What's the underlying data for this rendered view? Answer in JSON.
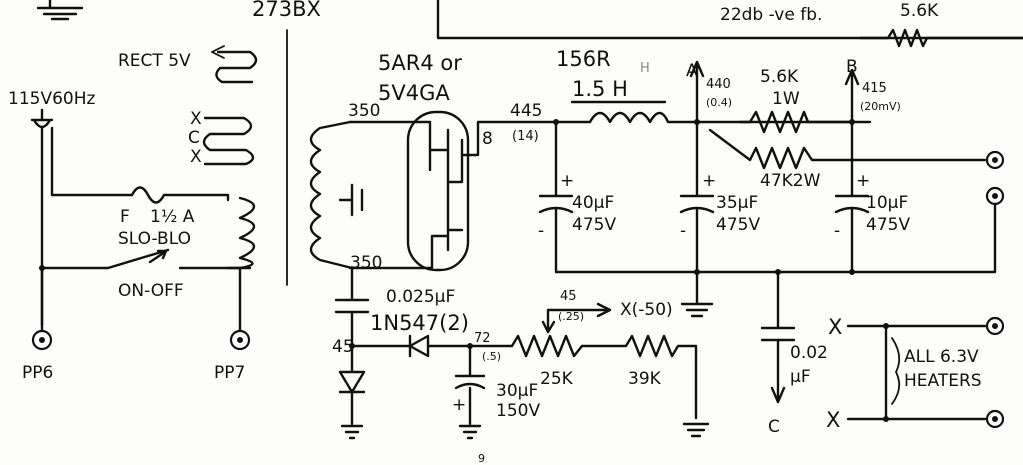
{
  "header": {
    "model": "273BX",
    "feedback_note": "22db -ve fb.",
    "feedback_resistor": "5.6K"
  },
  "mains": {
    "input": "115V60Hz",
    "fuse_label": "F",
    "fuse_rating": "1½ A",
    "fuse_type": "SLO-BLO",
    "switch": "ON-OFF",
    "plug_left": "PP6",
    "plug_right": "PP7"
  },
  "transformer": {
    "rect_winding": "RECT 5V",
    "heater_x1": "X",
    "heater_c": "C",
    "heater_x2": "X",
    "hv_top": "350",
    "hv_bottom": "350"
  },
  "rectifier": {
    "tube_line1": "5AR4 or",
    "tube_line2": "5V4GA",
    "pin": "8",
    "voltage": "445",
    "current": "(14)"
  },
  "filter": {
    "choke_name": "156R",
    "choke_value": "1.5 H",
    "choke_mark": "H",
    "cap1_value": "40μF",
    "cap1_voltage": "475V",
    "node_a": "A",
    "node_a_voltage": "440",
    "node_a_current": "(0.4)",
    "cap2_value": "35μF",
    "cap2_voltage": "475V",
    "r1_value": "5.6K",
    "r1_power": "1W",
    "r2_value": "47K2W",
    "node_b": "B",
    "node_b_voltage": "415",
    "node_b_current": "(20mV)",
    "cap3_value": "10μF",
    "cap3_voltage": "475V",
    "plus": "+",
    "minus": "-"
  },
  "bias": {
    "coupling_cap": "0.025μF",
    "diode": "1N547(2)",
    "node_45": "45",
    "node_72": "72",
    "node_72_current": "(.5)",
    "tap_value": "45",
    "tap_current": "(.25)",
    "tap_dest": "X(-50)",
    "pot": "25K",
    "resistor": "39K",
    "cap_value": "30μF",
    "cap_voltage": "150V"
  },
  "heaters": {
    "cap_value": "0.02",
    "cap_unit": "μF",
    "node_c": "C",
    "label_line1": "ALL 6.3V",
    "label_line2": "HEATERS",
    "x_top": "X",
    "x_bottom": "X"
  },
  "page_mark": "9"
}
